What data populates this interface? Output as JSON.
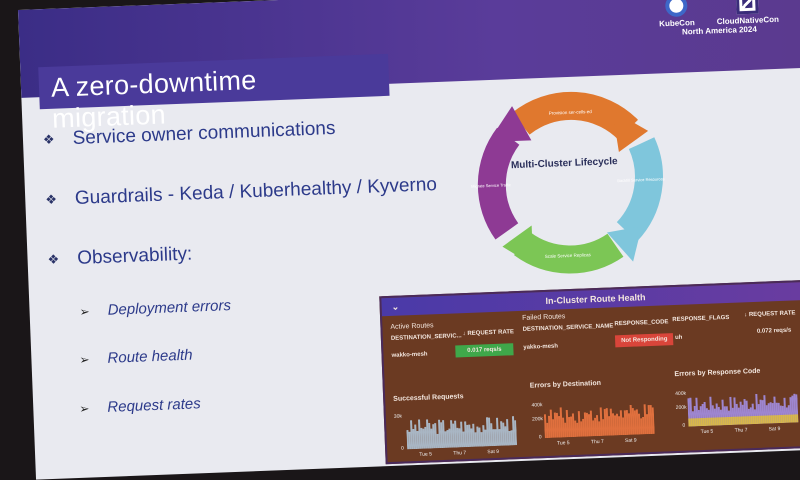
{
  "slide": {
    "title": "A zero-downtime migration",
    "logos": {
      "kubecon": "KubeCon",
      "cloudnativecon": "CloudNativeCon",
      "event": "North America 2024"
    },
    "bullets": [
      "Service owner communications",
      "Guardrails - Keda / Kuberhealthy / Kyverno",
      "Observability:"
    ],
    "sub_bullets": [
      "Deployment errors",
      "Route health",
      "Request rates"
    ],
    "cycle": {
      "center": "Multi-Cluster Lifecycle",
      "steps": [
        "Provision ser-cells-ed",
        "Backfill Service Resources",
        "Scale Service Replicas",
        "Migrate Service Traffic"
      ],
      "colors": [
        "#e0782e",
        "#7fc6dc",
        "#7cc655",
        "#8e3a94"
      ]
    }
  },
  "dashboard": {
    "title": "In-Cluster Route Health",
    "active": {
      "heading": "Active Routes",
      "col1": "DESTINATION_SERVIC...",
      "col2": "↓ REQUEST RATE",
      "service": "wakko-mesh",
      "rate": "0.017 reqs/s"
    },
    "failed": {
      "heading": "Failed Routes",
      "col1": "DESTINATION_SERVICE_NAME",
      "col2": "RESPONSE_CODE",
      "col3": "RESPONSE_FLAGS",
      "col4": "↓ REQUEST RATE",
      "service": "yakko-mesh",
      "code": "Not Responding",
      "flags": "uh",
      "rate": "0.072 reqs/s"
    },
    "charts": [
      {
        "title": "Successful Requests",
        "ymax": "30k",
        "ymin": "0",
        "x": [
          "Tue 5",
          "Thu 7",
          "Sat 9"
        ],
        "color": "#a9b6c4"
      },
      {
        "title": "Errors by Destination",
        "ymax": "400k",
        "ymid": "200k",
        "ymin": "0",
        "x": [
          "Tue 5",
          "Thu 7",
          "Sat 9"
        ],
        "color": "#e0703e"
      },
      {
        "title": "Errors by Response Code",
        "ymax": "400k",
        "ymid": "200k",
        "ymin": "0",
        "x": [
          "Tue 5",
          "Thu 7",
          "Sat 9"
        ],
        "color": "#9e86d0"
      }
    ]
  }
}
